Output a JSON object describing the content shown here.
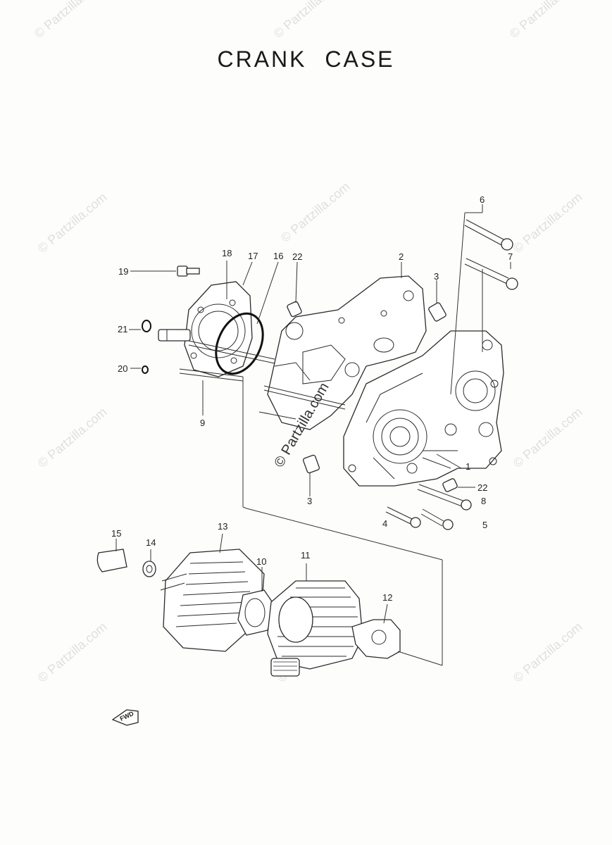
{
  "title": "CRANK CASE",
  "watermark": {
    "text": "© Partzilla.com"
  },
  "fwd_label": "FWD",
  "callouts": [
    {
      "id": "c1",
      "label": "1"
    },
    {
      "id": "c2",
      "label": "2"
    },
    {
      "id": "c3a",
      "label": "3"
    },
    {
      "id": "c3b",
      "label": "3"
    },
    {
      "id": "c4",
      "label": "4"
    },
    {
      "id": "c5",
      "label": "5"
    },
    {
      "id": "c6",
      "label": "6"
    },
    {
      "id": "c7",
      "label": "7"
    },
    {
      "id": "c8",
      "label": "8"
    },
    {
      "id": "c9",
      "label": "9"
    },
    {
      "id": "c10",
      "label": "10"
    },
    {
      "id": "c11",
      "label": "11"
    },
    {
      "id": "c12",
      "label": "12"
    },
    {
      "id": "c13",
      "label": "13"
    },
    {
      "id": "c14",
      "label": "14"
    },
    {
      "id": "c15",
      "label": "15"
    },
    {
      "id": "c16",
      "label": "16"
    },
    {
      "id": "c17",
      "label": "17"
    },
    {
      "id": "c18",
      "label": "18"
    },
    {
      "id": "c19",
      "label": "19"
    },
    {
      "id": "c20",
      "label": "20"
    },
    {
      "id": "c21",
      "label": "21"
    },
    {
      "id": "c22a",
      "label": "22"
    },
    {
      "id": "c22b",
      "label": "22"
    }
  ]
}
